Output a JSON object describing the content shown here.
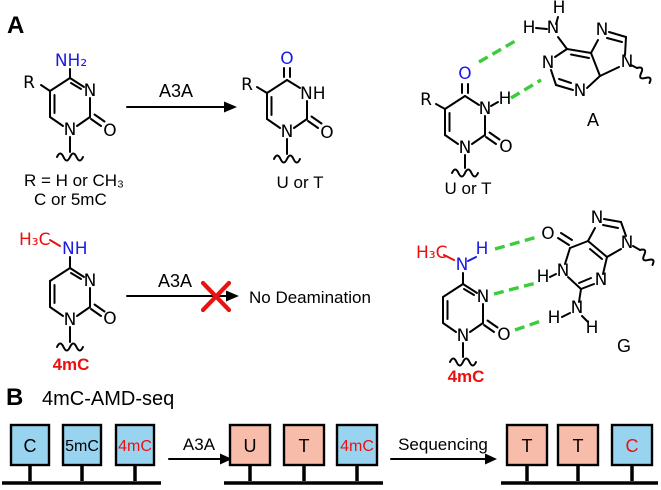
{
  "figure": {
    "panel_a_label": "A",
    "panel_b_label": "B",
    "panel_b_title": "4mC-AMD-seq"
  },
  "atoms": {
    "n": "N",
    "o": "O",
    "h": "H",
    "nh": "NH",
    "nh2": "NH₂",
    "r": "R",
    "h3c": "H₃C"
  },
  "labels": {
    "r_definition": "R = H or CH₃",
    "c_definition": "C or 5mC",
    "u_or_t": "U or T",
    "four_mc": "4mC",
    "adenine": "A",
    "guanine": "G",
    "enzyme": "A3A",
    "no_deamination": "No Deamination",
    "sequencing": "Sequencing"
  },
  "panel_b": {
    "group1": [
      {
        "label": "C",
        "fill": "blue",
        "text_color": "black"
      },
      {
        "label": "5mC",
        "fill": "blue",
        "text_color": "black"
      },
      {
        "label": "4mC",
        "fill": "blue",
        "text_color": "red"
      }
    ],
    "arrow1_label": "A3A",
    "group2": [
      {
        "label": "U",
        "fill": "pink",
        "text_color": "black"
      },
      {
        "label": "T",
        "fill": "pink",
        "text_color": "black"
      },
      {
        "label": "4mC",
        "fill": "blue",
        "text_color": "red"
      }
    ],
    "arrow2_label": "Sequencing",
    "group3": [
      {
        "label": "T",
        "fill": "pink",
        "text_color": "black"
      },
      {
        "label": "T",
        "fill": "pink",
        "text_color": "black"
      },
      {
        "label": "C",
        "fill": "blue",
        "text_color": "red"
      }
    ]
  },
  "colors": {
    "bond_black": "#000000",
    "heteroatom_blue": "#1b1be4",
    "methyl_red": "#ea1111",
    "hbond_green": "#3ccc3c",
    "box_blue": "#98d4f0",
    "box_pink": "#f8bcaa"
  }
}
